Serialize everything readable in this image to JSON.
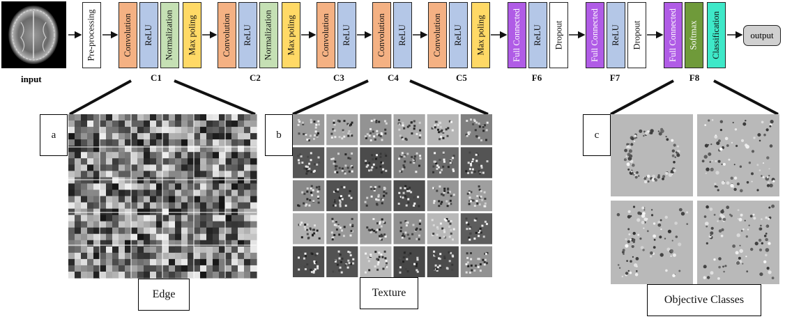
{
  "pipeline": {
    "input_label": "input",
    "output_label": "output",
    "preprocessing": "Pre-processing",
    "layers": [
      {
        "text": "Convolution",
        "color": "#f4b183"
      },
      {
        "text": "ReLU",
        "color": "#b4c7e7"
      },
      {
        "text": "Normalization",
        "color": "#c5e0b4"
      },
      {
        "text": "Max poling",
        "color": "#ffd966"
      },
      {
        "text": "Convolution",
        "color": "#f4b183"
      },
      {
        "text": "ReLU",
        "color": "#b4c7e7"
      },
      {
        "text": "Normalization",
        "color": "#c5e0b4"
      },
      {
        "text": "Max poling",
        "color": "#ffd966"
      },
      {
        "text": "Convolution",
        "color": "#f4b183"
      },
      {
        "text": "ReLU",
        "color": "#b4c7e7"
      },
      {
        "text": "Convolution",
        "color": "#f4b183"
      },
      {
        "text": "ReLU",
        "color": "#b4c7e7"
      },
      {
        "text": "Convolution",
        "color": "#f4b183"
      },
      {
        "text": "ReLU",
        "color": "#b4c7e7"
      },
      {
        "text": "Max poling",
        "color": "#ffd966"
      },
      {
        "text": "Full Connected",
        "color": "#b05ce6"
      },
      {
        "text": "ReLU",
        "color": "#b4c7e7"
      },
      {
        "text": "Dropout",
        "color": "#ffffff"
      },
      {
        "text": "Full Connected",
        "color": "#b05ce6"
      },
      {
        "text": "ReLU",
        "color": "#b4c7e7"
      },
      {
        "text": "Dropout",
        "color": "#ffffff"
      },
      {
        "text": "Full Connected",
        "color": "#b05ce6"
      },
      {
        "text": "Softmax",
        "color": "#6f9a3a"
      },
      {
        "text": "Classification",
        "color": "#3ee8c8"
      }
    ],
    "stages": [
      "C1",
      "C2",
      "C3",
      "C4",
      "C5",
      "F6",
      "F7",
      "F8"
    ]
  },
  "panels": {
    "a": {
      "tag": "a",
      "caption": "Edge"
    },
    "b": {
      "tag": "b",
      "caption": "Texture"
    },
    "c": {
      "tag": "c",
      "caption": "Objective Classes"
    }
  },
  "colors": {
    "output_box": "#d0d0d0",
    "line": "#111111"
  }
}
